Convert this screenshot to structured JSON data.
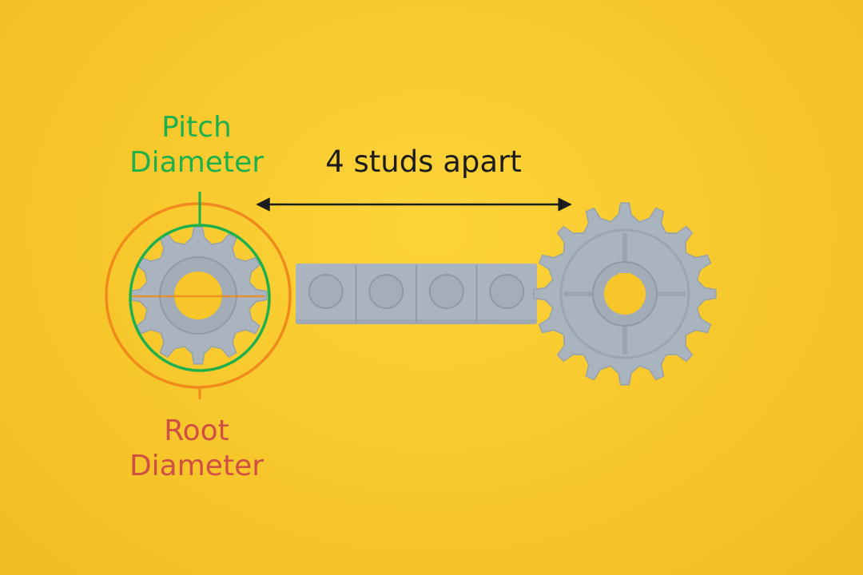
{
  "labels": {
    "pitch_diameter": [
      "Pitch",
      "Diameter"
    ],
    "root_diameter": [
      "Root",
      "Diameter"
    ],
    "spacing": "4 studs apart"
  },
  "colors": {
    "background": "#f7c92c",
    "pitch_circle": "#1db04c",
    "root_circle": "#f08a1c",
    "root_text": "#cf4f45",
    "gear_grey": "#a8b3bd",
    "arrow": "#1c1c1c"
  },
  "parts": {
    "small_gear_teeth": 12,
    "large_gear_teeth": 16,
    "plate_studs": 4
  }
}
